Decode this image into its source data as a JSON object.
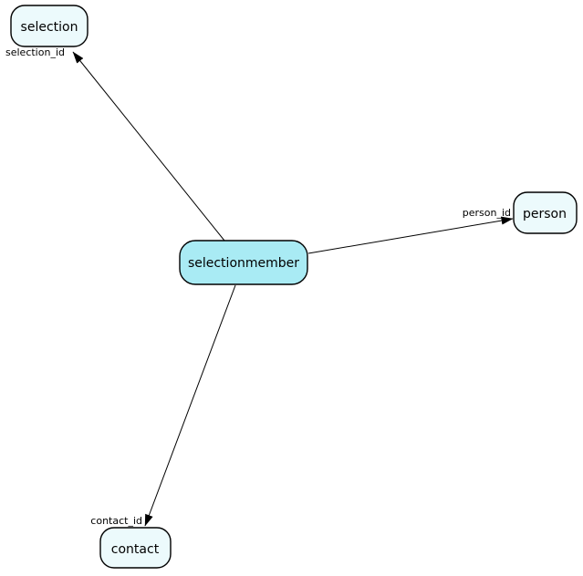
{
  "diagram": {
    "type": "entity-relationship-graph",
    "background_color": "#ffffff",
    "colors": {
      "center_node_fill": "#a9ebf4",
      "outer_node_fill": "#ecfafc",
      "node_border": "#000000",
      "edge": "#000000",
      "text": "#000000"
    },
    "nodes": [
      {
        "id": "selection",
        "label": "selection",
        "fill": "#ecfafc",
        "position": "top-left"
      },
      {
        "id": "person",
        "label": "person",
        "fill": "#ecfafc",
        "position": "right"
      },
      {
        "id": "selectionmember",
        "label": "selectionmember",
        "fill": "#a9ebf4",
        "position": "center"
      },
      {
        "id": "contact",
        "label": "contact",
        "fill": "#ecfafc",
        "position": "bottom"
      }
    ],
    "edges": [
      {
        "from": "selectionmember",
        "to": "selection",
        "label": "selection_id"
      },
      {
        "from": "selectionmember",
        "to": "person",
        "label": "person_id"
      },
      {
        "from": "selectionmember",
        "to": "contact",
        "label": "contact_id"
      }
    ]
  }
}
